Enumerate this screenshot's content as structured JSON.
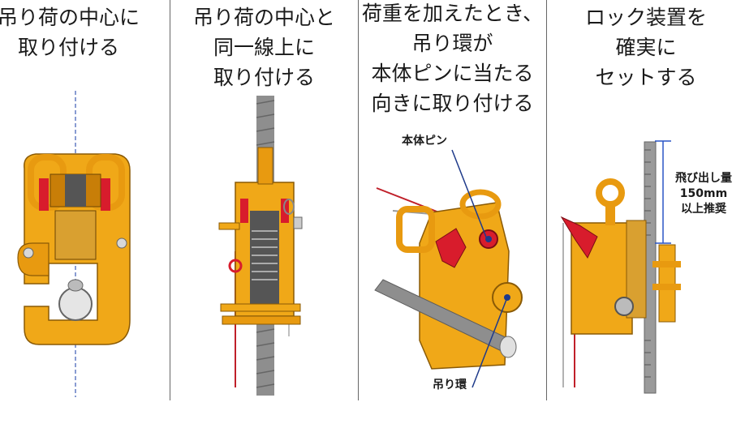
{
  "panels": [
    {
      "caption": [
        "吊り荷の中心に",
        "取り付ける"
      ]
    },
    {
      "caption": [
        "吊り荷の中心と",
        "同一線上に",
        "取り付ける"
      ]
    },
    {
      "caption": [
        "荷重を加えたとき、",
        "吊り環が",
        "本体ピンに当たる",
        "向きに取り付ける"
      ],
      "callouts": {
        "pin": "本体ピン",
        "ring": "吊り環"
      }
    },
    {
      "caption": [
        "ロック装置を",
        "確実に",
        "セットする"
      ],
      "projection": [
        "飛び出し量",
        "150mm",
        "以上推奨"
      ]
    }
  ],
  "colors": {
    "body": "#f0a818",
    "body_dark": "#c87e08",
    "lock": "#d81c2c",
    "rebar": "#9a9a9a",
    "line": "#1e3a8a"
  }
}
